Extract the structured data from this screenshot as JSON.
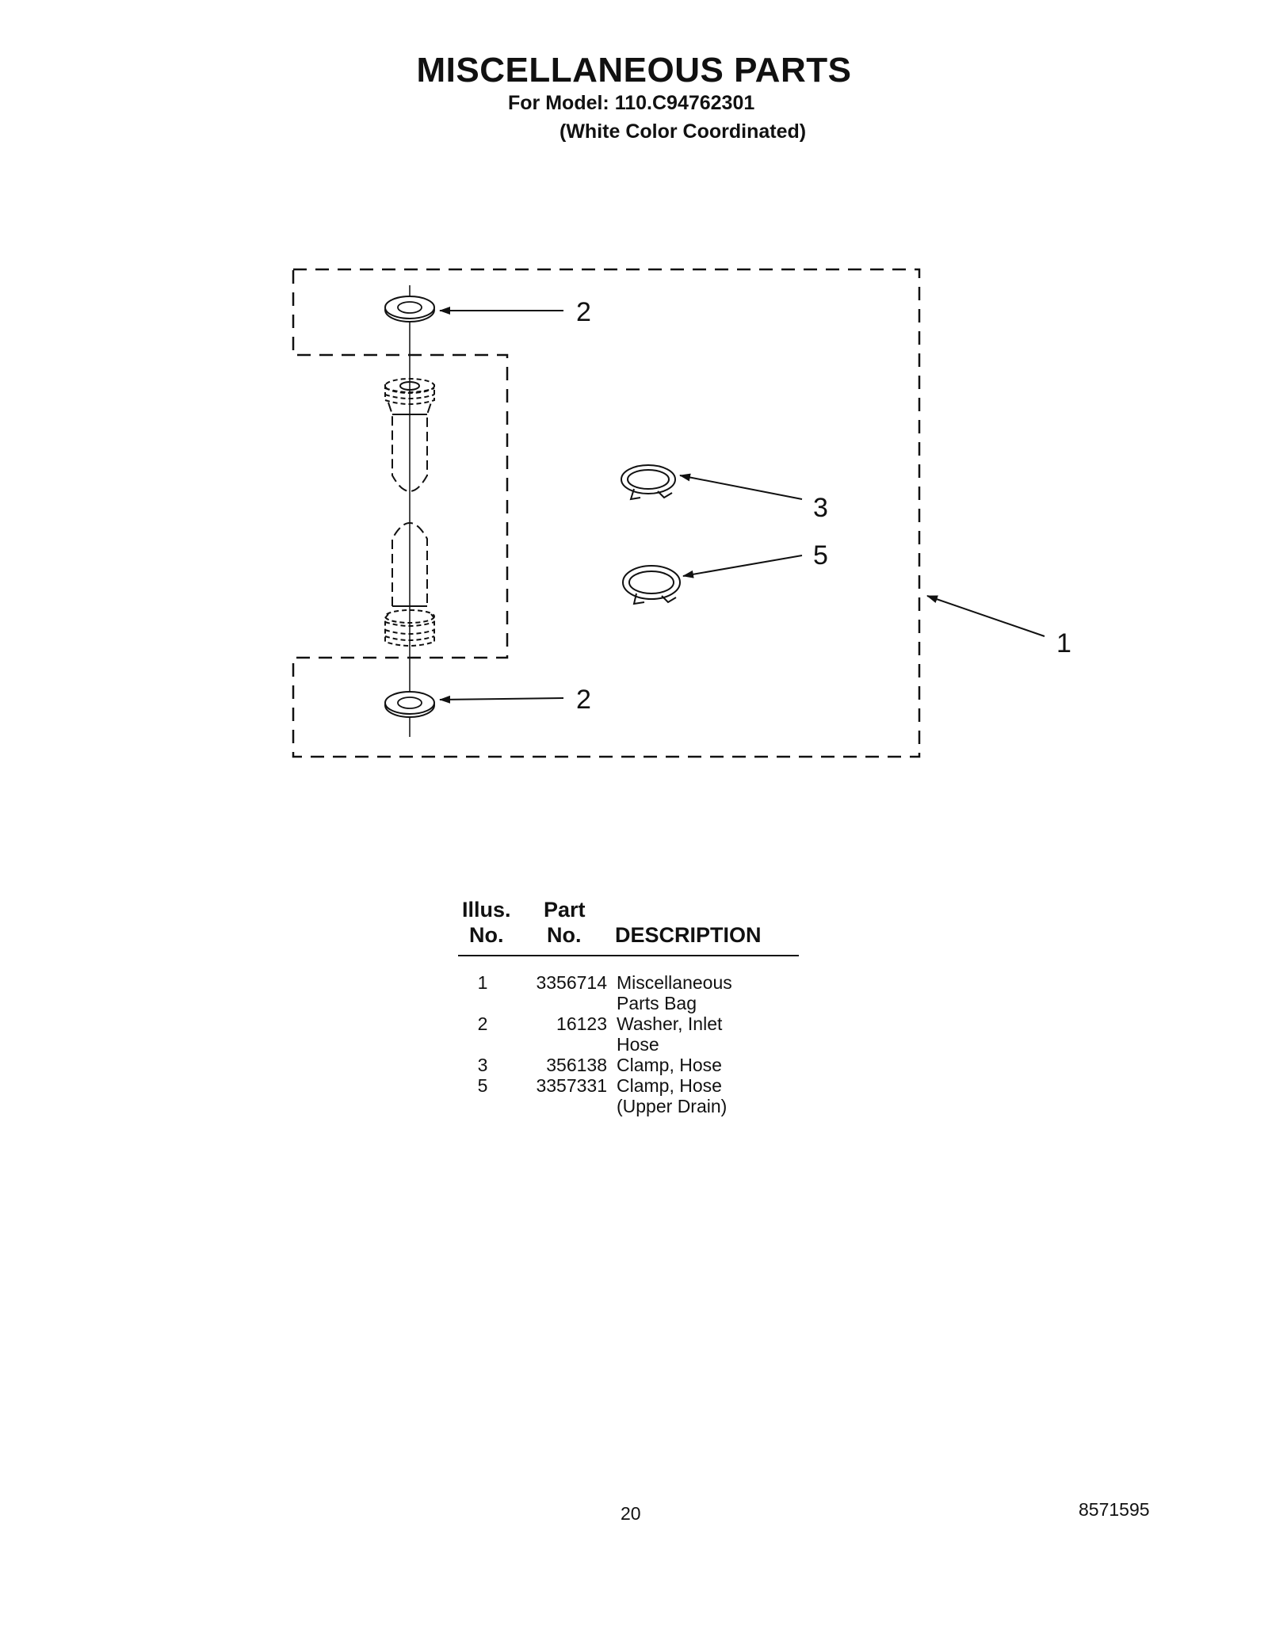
{
  "header": {
    "title": "MISCELLANEOUS PARTS",
    "model_line": "For Model: 110.C94762301",
    "color_line": "(White Color Coordinated)"
  },
  "diagram": {
    "callouts": [
      "2",
      "2",
      "3",
      "5",
      "1"
    ]
  },
  "parts_table": {
    "headers": {
      "illus_line1": "Illus.",
      "illus_line2": "No.",
      "part_line1": "Part",
      "part_line2": "No.",
      "description": "DESCRIPTION"
    },
    "rows": [
      {
        "illus": "1",
        "part": "3356714",
        "desc": [
          "Miscellaneous",
          "Parts Bag"
        ]
      },
      {
        "illus": "2",
        "part": "16123",
        "desc": [
          "Washer, Inlet",
          "Hose"
        ]
      },
      {
        "illus": "3",
        "part": "356138",
        "desc": [
          "Clamp, Hose"
        ]
      },
      {
        "illus": "5",
        "part": "3357331",
        "desc": [
          "Clamp, Hose",
          "(Upper Drain)"
        ]
      }
    ]
  },
  "footer": {
    "page_number": "20",
    "document_number": "8571595"
  }
}
